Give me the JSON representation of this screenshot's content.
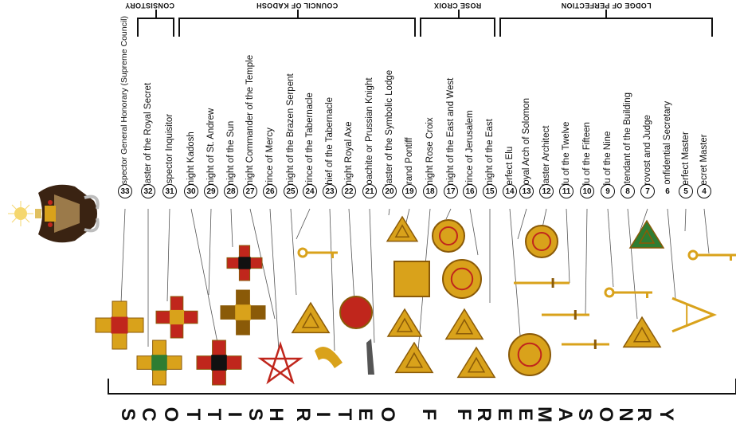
{
  "groups": [
    {
      "id": "consistory",
      "label": "CONSISTORY"
    },
    {
      "id": "kadosh",
      "label": "COUNCIL OF KADOSH"
    },
    {
      "id": "rose",
      "label": "ROSE CROIX"
    },
    {
      "id": "lodge",
      "label": "LODGE OF PERFECTION"
    }
  ],
  "degrees": [
    {
      "n": "33",
      "name": "Inspector General Honorary (Supreme Council)"
    },
    {
      "n": "32",
      "name": "Master of the Royal Secret"
    },
    {
      "n": "31",
      "name": "Inspector Inquisitor"
    },
    {
      "n": "30",
      "name": "Knight Kadosh"
    },
    {
      "n": "29",
      "name": "Knight of St. Andrew"
    },
    {
      "n": "28",
      "name": "Knight of the Sun"
    },
    {
      "n": "27",
      "name": "Knight Commander of the Temple"
    },
    {
      "n": "26",
      "name": "Prince of Mercy"
    },
    {
      "n": "25",
      "name": "Knight of the Brazen Serpent"
    },
    {
      "n": "24",
      "name": "Prince of the Tabernacle"
    },
    {
      "n": "23",
      "name": "Chief of the Tabernacle"
    },
    {
      "n": "22",
      "name": "Knight Royal Axe"
    },
    {
      "n": "21",
      "name": "Noachite or Prussian Knight"
    },
    {
      "n": "20",
      "name": "Master of the Symbolic Lodge"
    },
    {
      "n": "19",
      "name": "Grand Pontiff"
    },
    {
      "n": "18",
      "name": "Knight Rose Croix"
    },
    {
      "n": "17",
      "name": "Knight of the East and West"
    },
    {
      "n": "16",
      "name": "Prince of Jerusalem"
    },
    {
      "n": "15",
      "name": "Knight of the East"
    },
    {
      "n": "14",
      "name": "Perfect Elu"
    },
    {
      "n": "13",
      "name": "Royal Arch of Solomon"
    },
    {
      "n": "12",
      "name": "Master Architect"
    },
    {
      "n": "11",
      "name": "Elu of the Twelve"
    },
    {
      "n": "10",
      "name": "Elu of the Fifteen"
    },
    {
      "n": "9",
      "name": "Elu of the Nine"
    },
    {
      "n": "8",
      "name": "Intendant of the Building"
    },
    {
      "n": "7",
      "name": "Provost and Judge"
    },
    {
      "n": "6",
      "name": "Confidential Secretary"
    },
    {
      "n": "5",
      "name": "Perfect Master"
    },
    {
      "n": "4",
      "name": "Secret Master"
    }
  ],
  "banner": [
    "S",
    "C",
    "O",
    "T",
    "T",
    "I",
    "S",
    "H",
    "R",
    "I",
    "T",
    "E",
    "O",
    "F",
    "F",
    "R",
    "E",
    "E",
    "M",
    "A",
    "S",
    "O",
    "N",
    "R",
    "Y"
  ],
  "colors": {
    "gold": "#d9a21b",
    "gold_dark": "#8a5a08",
    "red": "#c0261c",
    "green": "#2e7d32",
    "black": "#111111"
  },
  "symbol_names": [
    "double-headed-eagle-icon",
    "cross-emblem-icon",
    "triangle-emblem-icon",
    "key-icon",
    "compass-icon",
    "dagger-icon",
    "star-icon",
    "axe-icon",
    "circle-emblem-icon",
    "square-emblem-icon"
  ]
}
